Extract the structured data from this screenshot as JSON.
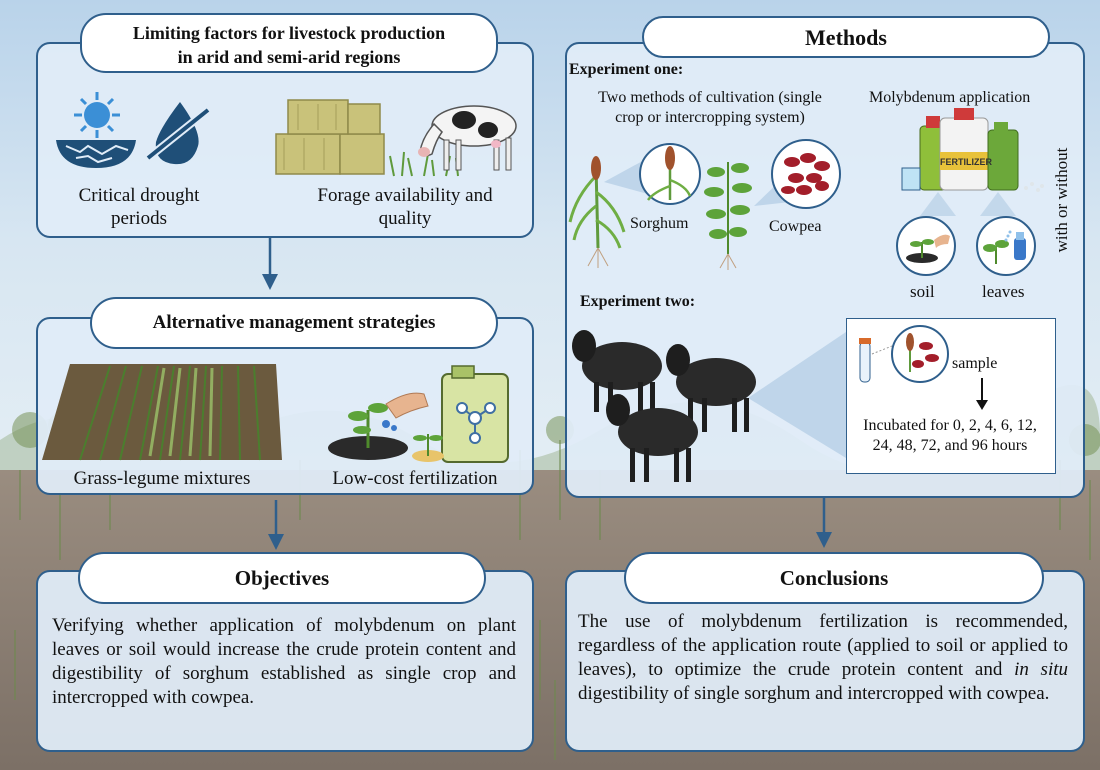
{
  "limiting": {
    "title_line1": "Limiting factors for livestock production",
    "title_line2": "in arid and semi-arid regions",
    "drought_line1": "Critical drought",
    "drought_line2": "periods",
    "forage_line1": "Forage availability and",
    "forage_line2": "quality"
  },
  "alternative": {
    "title": "Alternative management strategies",
    "grass_label": "Grass-legume mixtures",
    "fert_label": "Low-cost fertilization"
  },
  "objectives": {
    "title": "Objectives",
    "text": "Verifying whether application of molybdenum on plant leaves or soil would increase the crude protein content and digestibility of sorghum established as single crop and intercropped with cowpea."
  },
  "methods": {
    "title": "Methods",
    "exp1_title": "Experiment one:",
    "cultivation_line1": "Two methods of cultivation (single",
    "cultivation_line2": "crop or intercropping system)",
    "sorghum": "Sorghum",
    "cowpea": "Cowpea",
    "molybdenum": "Molybdenum application",
    "fertilizer_label": "FERTILIZER",
    "with_or_without": "with or without",
    "soil": "soil",
    "leaves": "leaves",
    "exp2_title": "Experiment two:",
    "sample": "sample",
    "incubated_line1": "Incubated for 0, 2, 4, 6, 12,",
    "incubated_line2": "24, 48, 72, and 96 hours"
  },
  "conclusions": {
    "title": "Conclusions",
    "text_part1": "The use of molybdenum fertilization is recommended, regardless of the application route (applied to soil or applied to leaves), to optimize the crude protein content and ",
    "text_italic": "in situ",
    "text_part2": " digestibility of single sorghum and intercropped with cowpea."
  },
  "colors": {
    "panel_border": "#2f5f8c",
    "panel_fill": "#e0ecf8",
    "sky_top": "#cfe0ee",
    "soil": "#8c7f72"
  }
}
